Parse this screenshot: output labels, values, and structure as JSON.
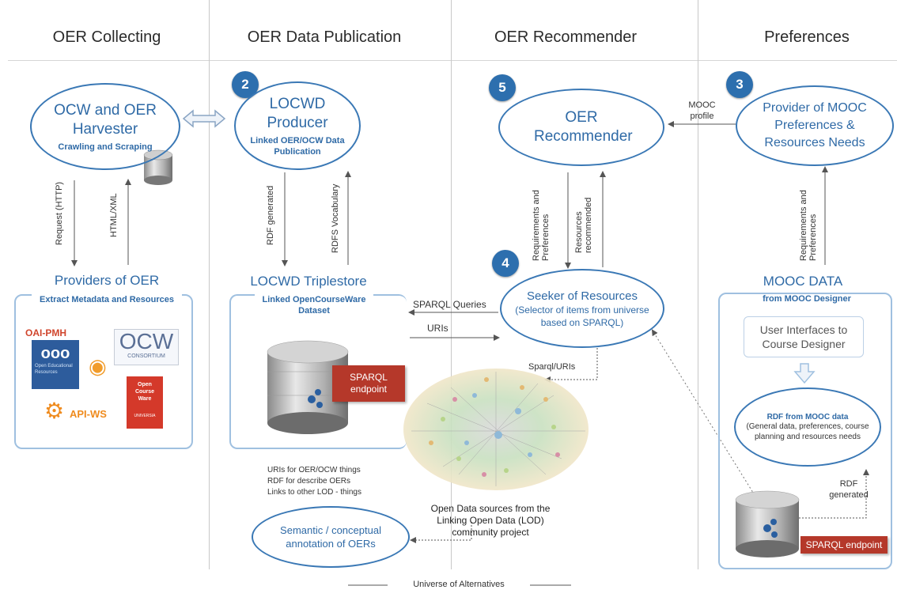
{
  "columns": {
    "collecting": "OER Collecting",
    "publication": "OER Data Publication",
    "recommender": "OER Recommender",
    "preferences": "Preferences"
  },
  "harvester": {
    "title": "OCW and OER Harvester",
    "sub": "Crawling and Scraping"
  },
  "producer": {
    "badge": "2",
    "title": "LOCWD Producer",
    "sub": "Linked OER/OCW Data Publication"
  },
  "recommender": {
    "badge": "5",
    "title": "OER Recommender"
  },
  "provider_prefs": {
    "badge": "3",
    "title": "Provider of MOOC Preferences & Resources Needs"
  },
  "seeker": {
    "badge": "4",
    "title": "Seeker of Resources",
    "sub": "(Selector of items from universe based on SPARQL)"
  },
  "semantic": {
    "title": "Semantic / conceptual annotation of OERs"
  },
  "arrows": {
    "request": "Request (HTTP)",
    "html_xml": "HTML/XML",
    "rdf_generated": "RDF generated",
    "rdfs_vocab": "RDFS Vocabulary",
    "req_prefs": "Requirements and Preferences",
    "res_recommended": "Resources recommended",
    "req_prefs2": "Requirements and Preferences",
    "mooc_profile": "MOOC profile",
    "sparql_queries": "SPARQL Queries",
    "uris": "URIs",
    "sparql_uris": "Sparql/URIs",
    "rdf_generated2": "RDF generated"
  },
  "providers": {
    "title": "Providers of OER",
    "sub": "Extract Metadata and Resources",
    "oai": "OAI-PMH",
    "oer_logo": "Open Educational Resources",
    "ocw": "OCW",
    "ocw_consortium": "CONSORTIUM",
    "open_course_ware": "Open Course Ware",
    "api_ws": "API-WS",
    "unesco": "UNIVERSIA"
  },
  "triplestore": {
    "title": "LOCWD Triplestore",
    "sub": "Linked OpenCourseWare Dataset",
    "endpoint": "SPARQL endpoint"
  },
  "notes": [
    "URIs for OER/OCW things",
    "RDF for describe OERs",
    "Links to other LOD - things"
  ],
  "lod_caption": "Open Data sources from the Linking Open Data (LOD) community project",
  "mooc_data": {
    "title": "MOOC DATA",
    "sub": "from MOOC Designer",
    "ui": "User Interfaces to Course Designer",
    "rdf_title": "RDF from MOOC data",
    "rdf_sub": "(General data, preferences, course planning and resources needs",
    "endpoint": "SPARQL endpoint"
  },
  "universe": "Universe of Alternatives",
  "colors": {
    "accent": "#2f6aa6",
    "badge": "#2d6fae",
    "endpoint": "#b5382a"
  }
}
